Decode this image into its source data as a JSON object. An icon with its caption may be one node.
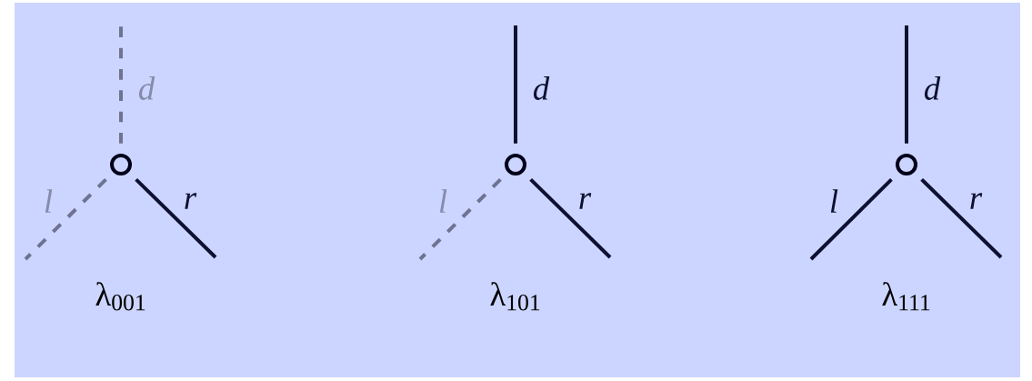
{
  "diagram": {
    "nodes": [
      {
        "text": [],
        "shape": "circle",
        "beside": [
          "λ$_{001}$"
        ]
      },
      {
        "text": [],
        "shape": "circle",
        "beside": [
          "λ$_{101}$"
        ]
      },
      {
        "text": [],
        "shape": "circle",
        "beside": [
          "λ$_{111}$"
        ]
      }
    ],
    "edges": [
      {
        "from": 0,
        "to": null,
        "arrow": "none",
        "label": "d",
        "style": "dashed",
        "color": "#6e7391"
      },
      {
        "from": 0,
        "to": null,
        "arrow": "none",
        "label": "l",
        "style": "dashed",
        "color": "#6e7391"
      },
      {
        "from": 0,
        "to": null,
        "arrow": "none",
        "label": "r"
      },
      {
        "from": 1,
        "to": null,
        "arrow": "none",
        "label": "d"
      },
      {
        "from": 1,
        "to": null,
        "arrow": "none",
        "label": "l",
        "style": "dashed",
        "color": "#6e7391"
      },
      {
        "from": 1,
        "to": null,
        "arrow": "none",
        "label": "r"
      },
      {
        "from": 2,
        "to": null,
        "arrow": "none",
        "label": "d"
      },
      {
        "from": 2,
        "to": null,
        "arrow": "none",
        "label": "l"
      },
      {
        "from": 2,
        "to": null,
        "arrow": "none",
        "label": "r"
      }
    ]
  }
}
